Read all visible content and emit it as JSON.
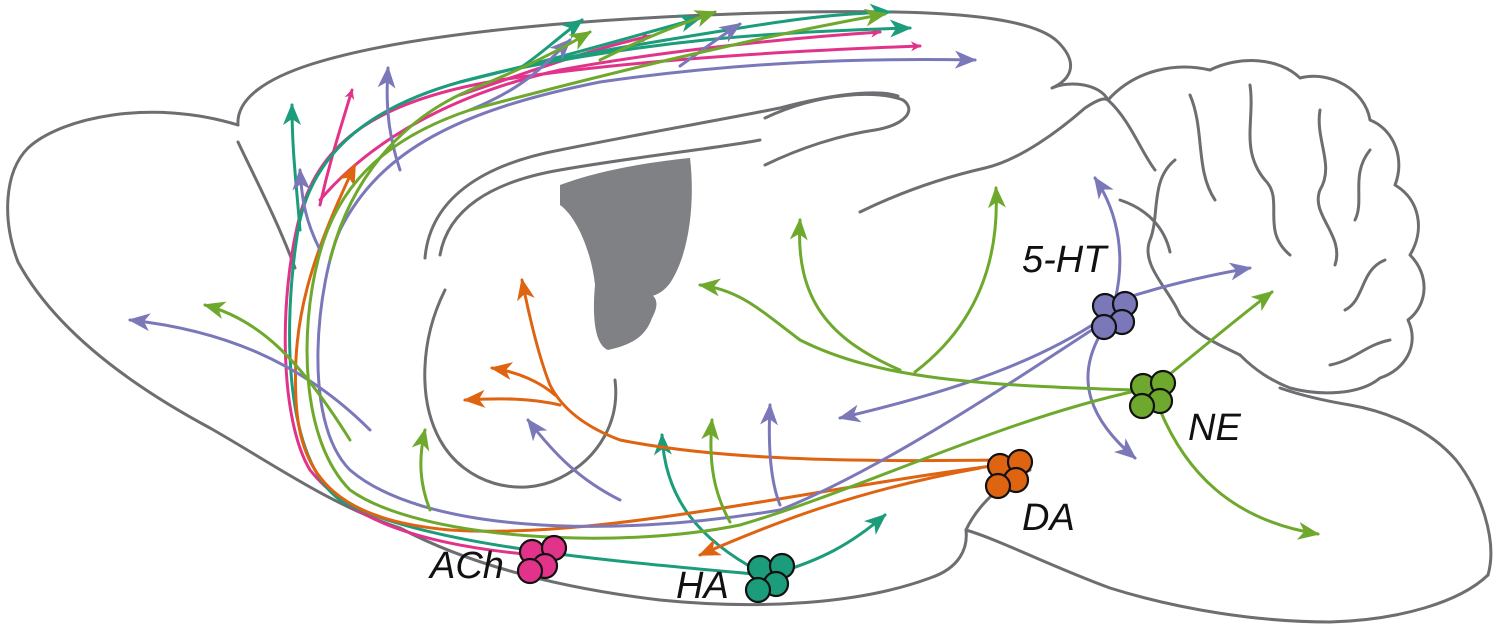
{
  "colors": {
    "ACh": "#e2338a",
    "HA": "#1b9c7b",
    "DA": "#df6412",
    "5-HT": "#7b78ba",
    "NE": "#6ea92e",
    "outline": "#6d6e71",
    "ventricle": "#808184"
  },
  "labels": {
    "ach": "ACh",
    "ha": "HA",
    "da": "DA",
    "serotonin": "5-HT",
    "ne": "NE"
  }
}
